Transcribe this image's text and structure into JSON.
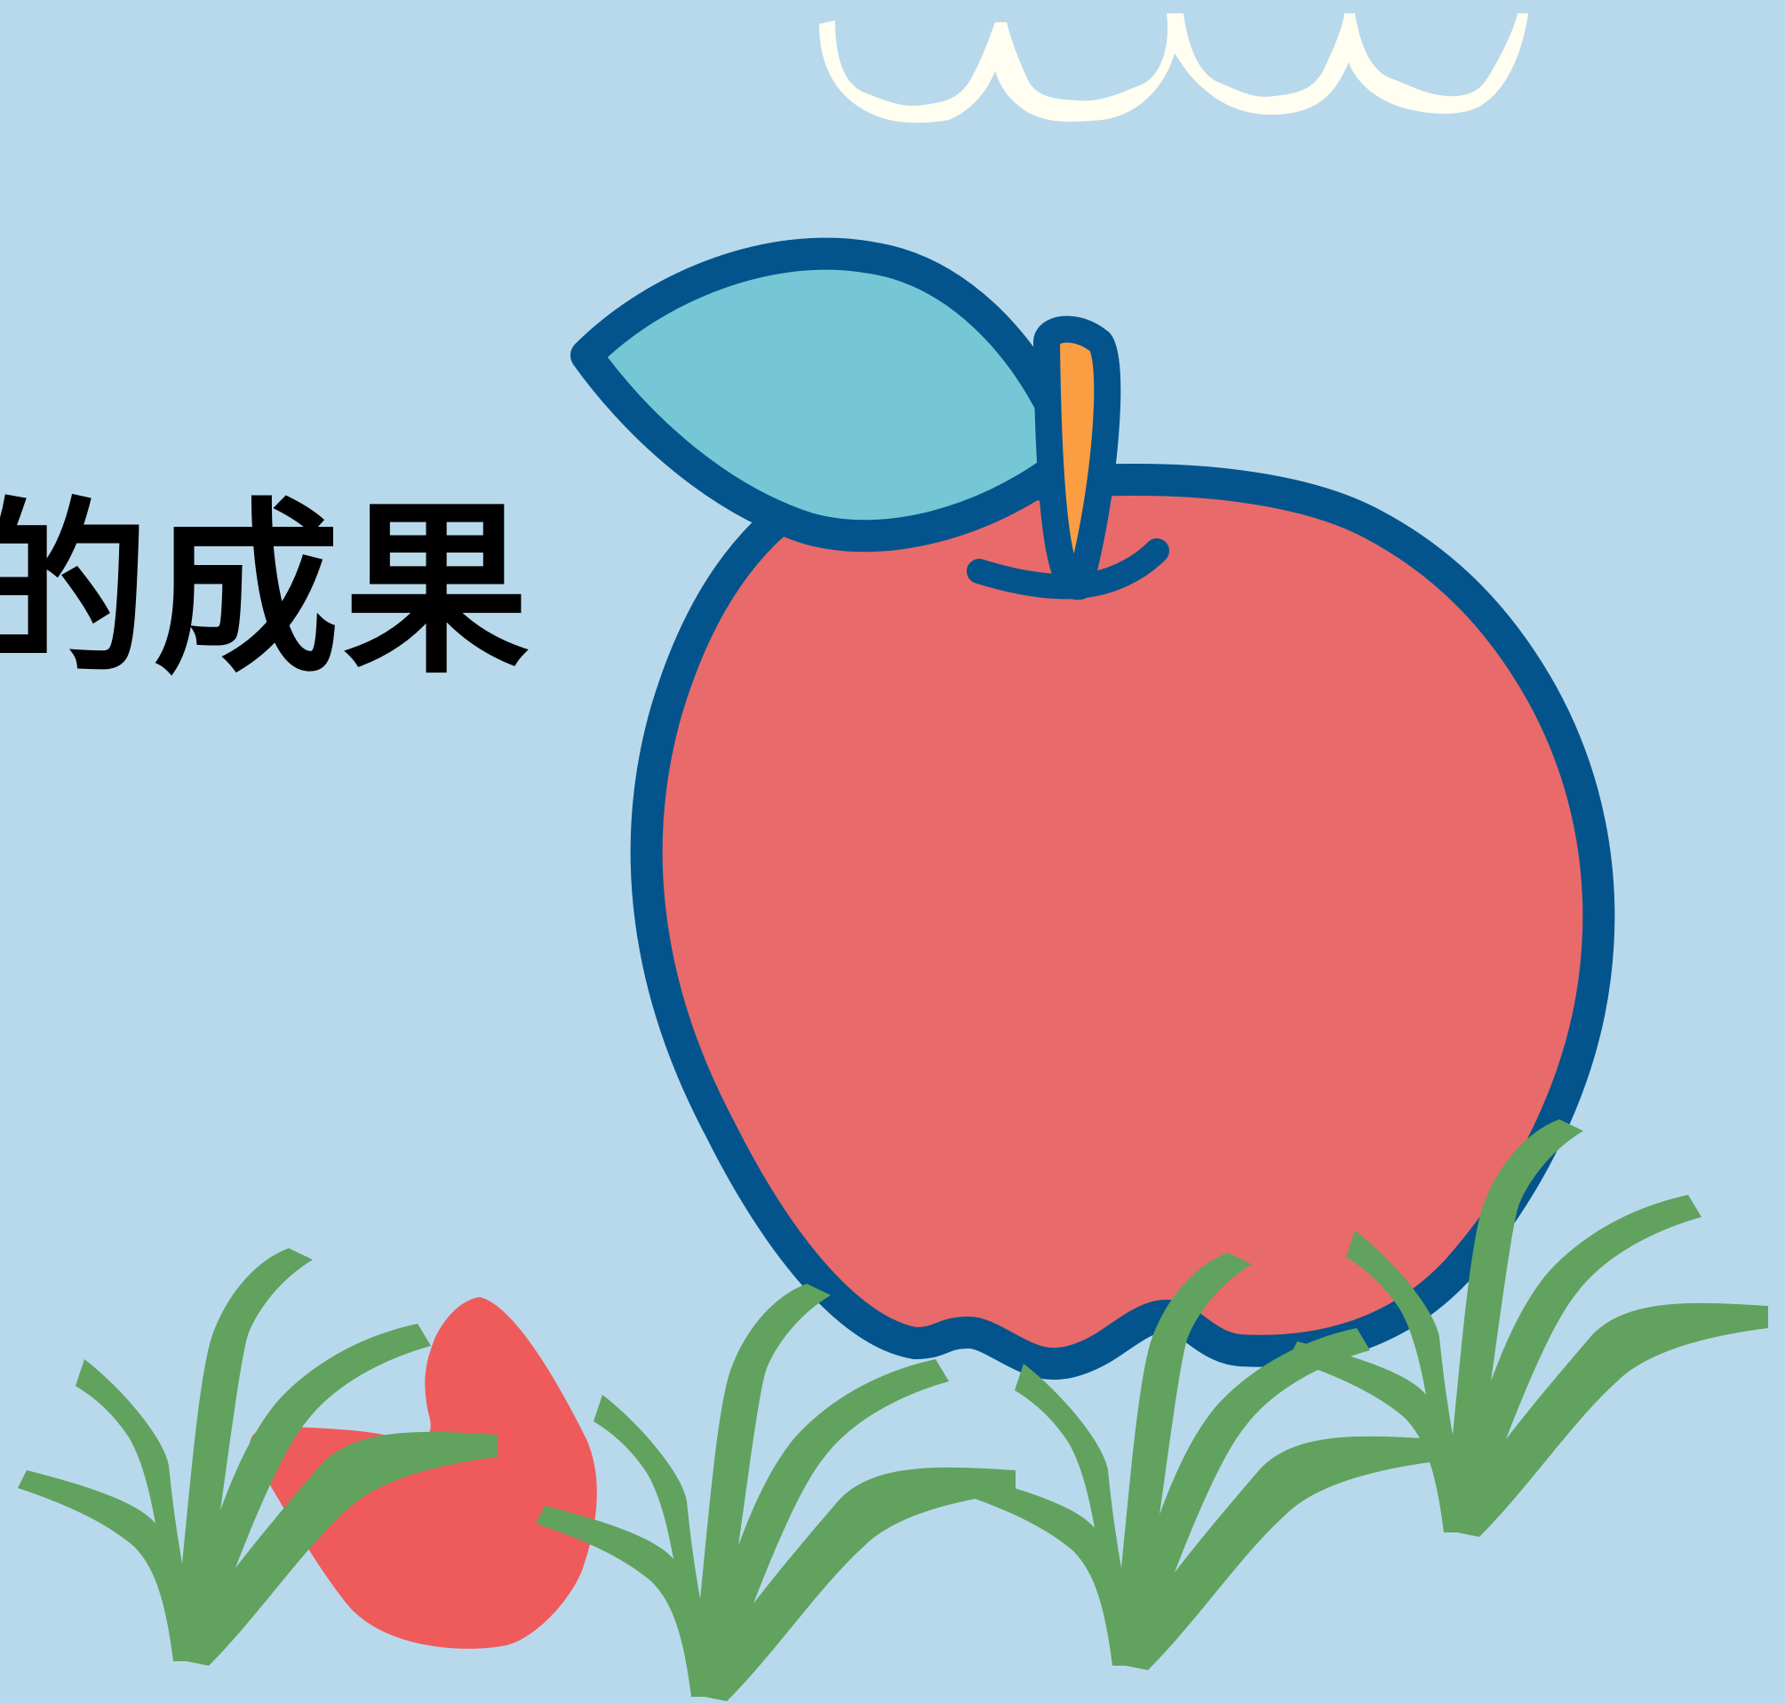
{
  "title": "的成果",
  "colors": {
    "background": "#B8D9EC",
    "apple_fill": "#E96A6A",
    "apple_outline": "#03548C",
    "leaf_fill": "#76C7D5",
    "stem_fill": "#FB9E43",
    "grass": "#61A25F",
    "small_fruit": "#EF5B5B",
    "cloud": "#FFFEF0"
  },
  "illustration": {
    "main": "apple-with-leaf",
    "decorations": [
      "scalloped-cloud",
      "grass-tufts",
      "small-red-fruit"
    ]
  }
}
